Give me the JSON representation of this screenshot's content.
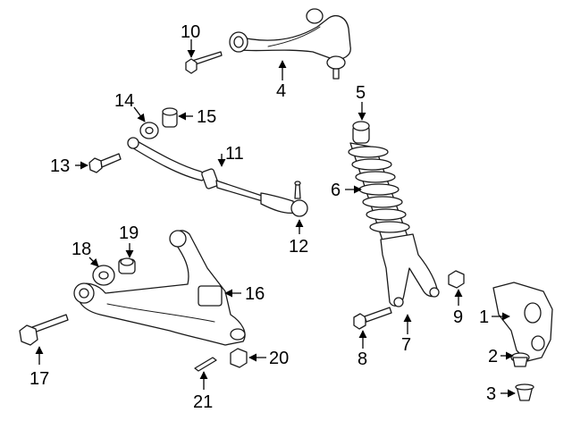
{
  "callouts": {
    "c1": "1",
    "c2": "2",
    "c3": "3",
    "c4": "4",
    "c5": "5",
    "c6": "6",
    "c7": "7",
    "c8": "8",
    "c9": "9",
    "c10": "10",
    "c11": "11",
    "c12": "12",
    "c13": "13",
    "c14": "14",
    "c15": "15",
    "c16": "16",
    "c17": "17",
    "c18": "18",
    "c19": "19",
    "c20": "20",
    "c21": "21"
  },
  "colors": {
    "line": "#1a1a1a",
    "background": "#ffffff",
    "text": "#000000"
  }
}
